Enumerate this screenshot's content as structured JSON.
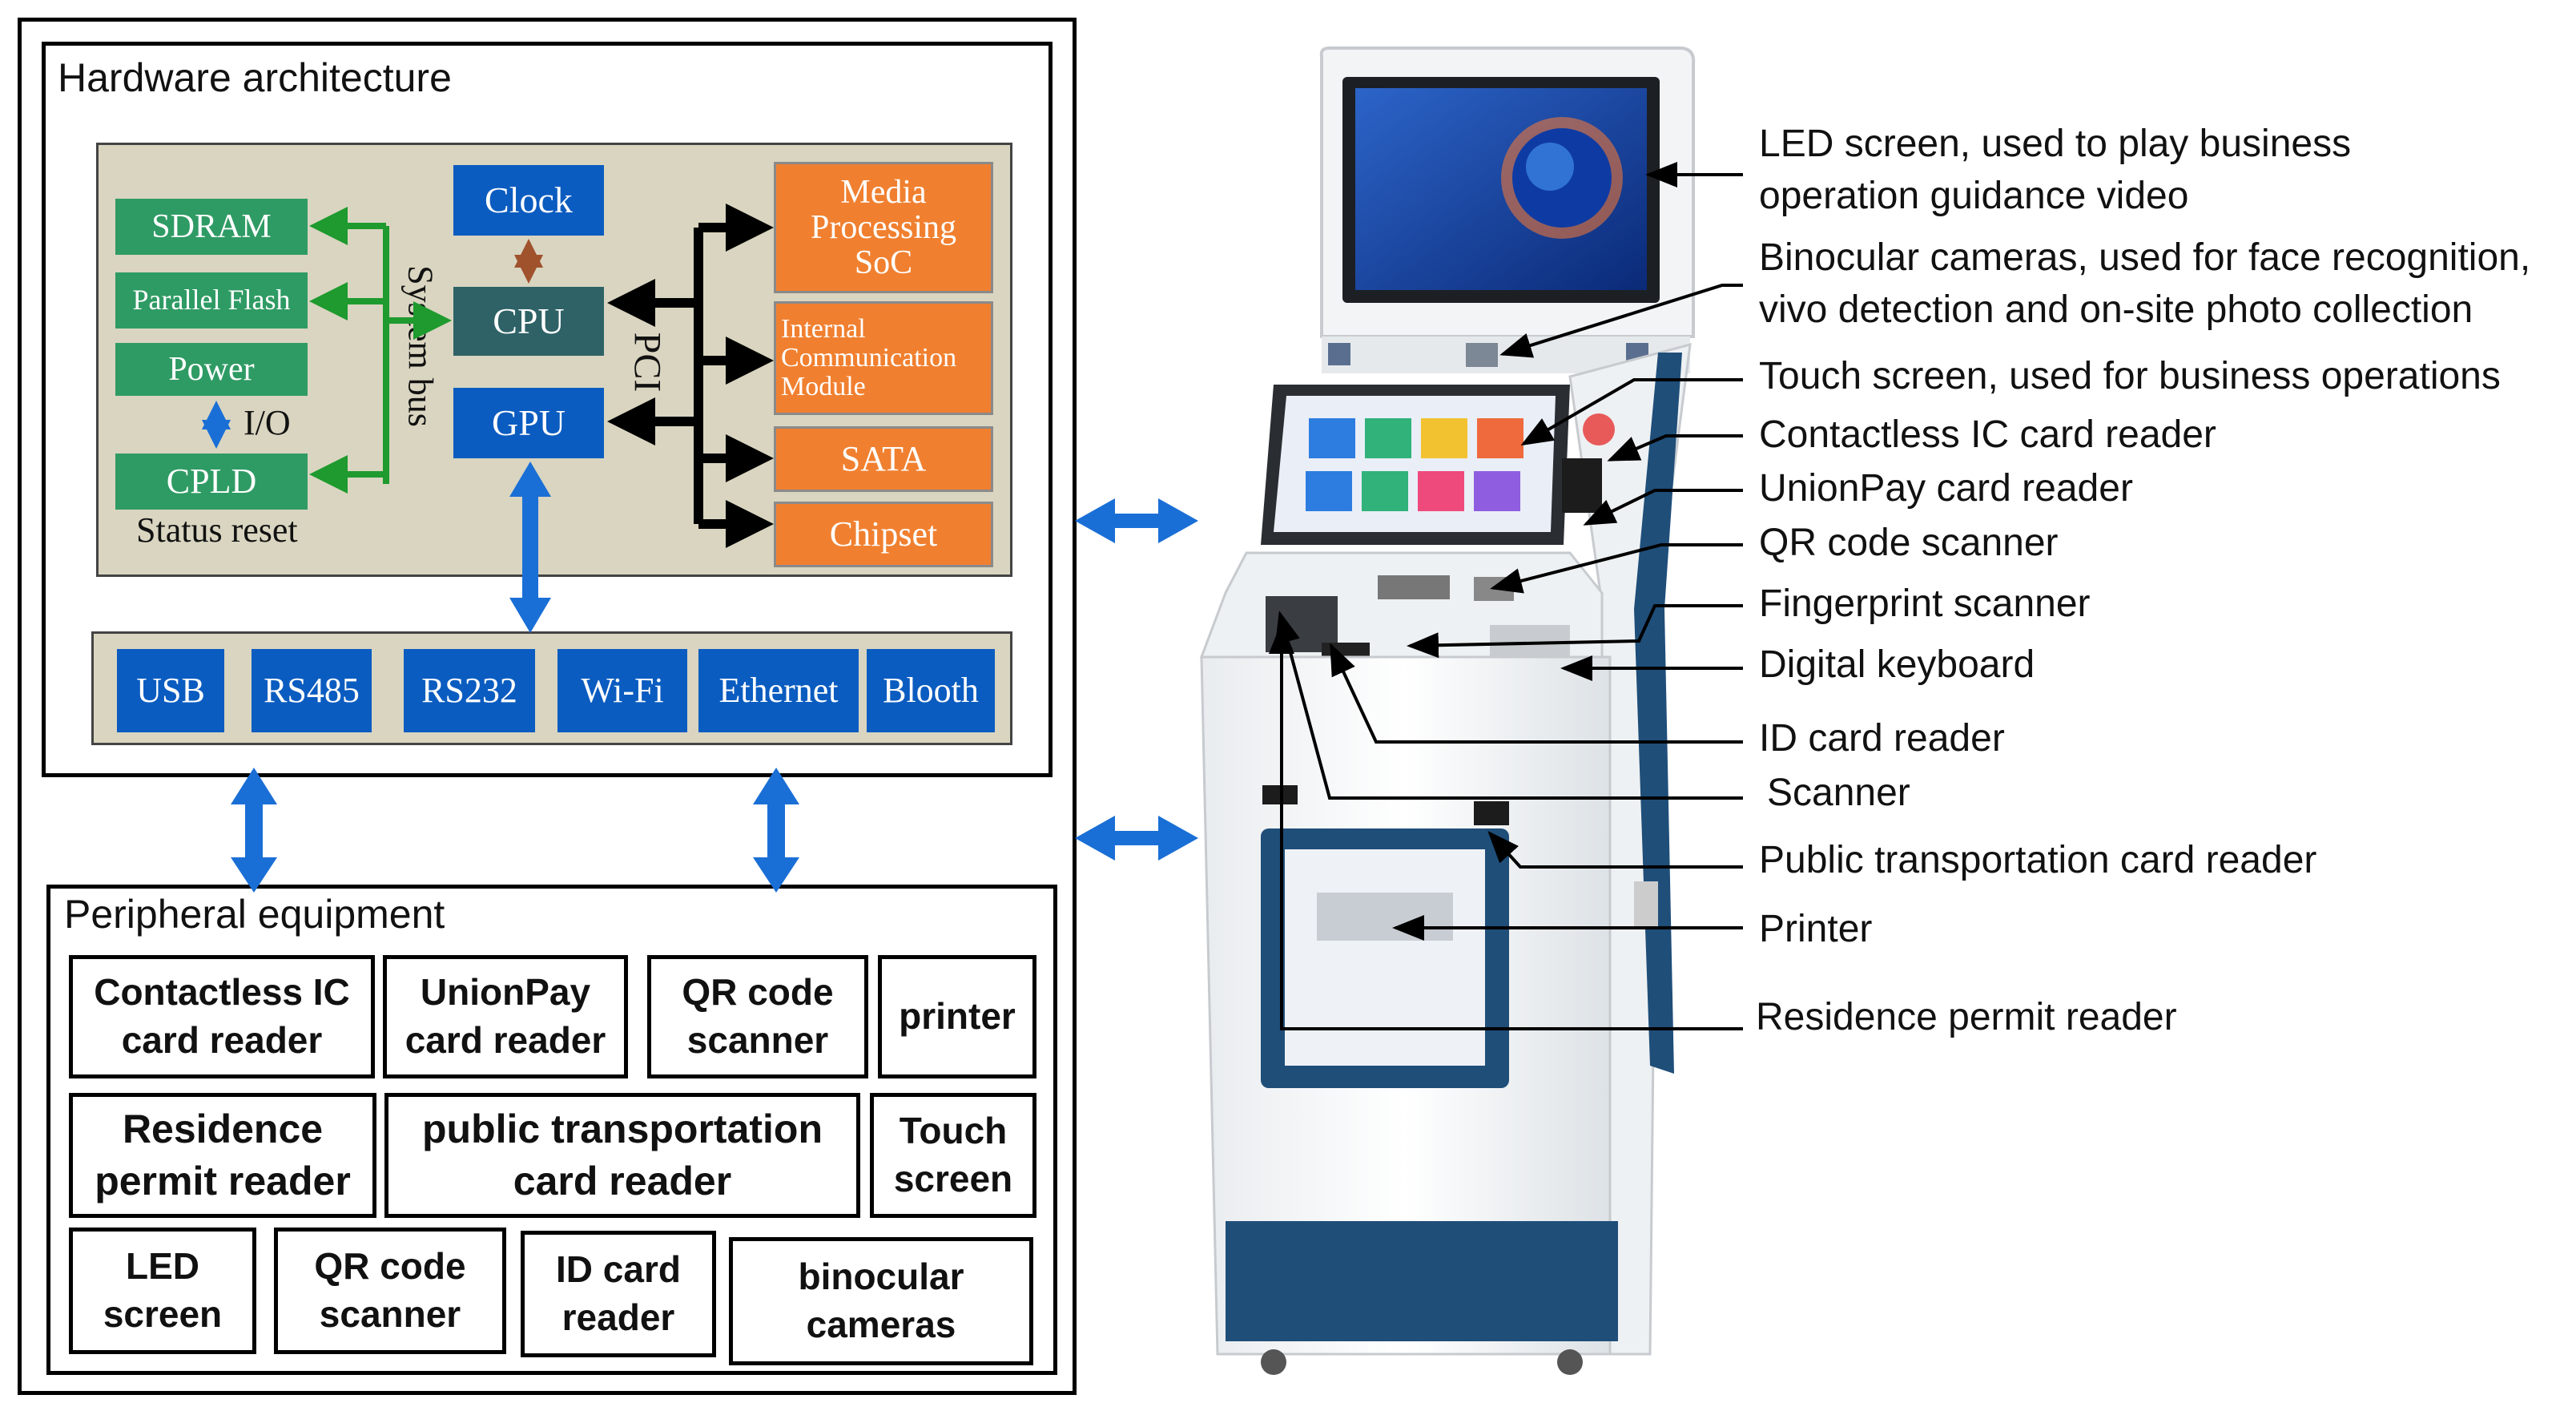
{
  "hardware": {
    "title": "Hardware architecture",
    "memory": {
      "sdram": "SDRAM",
      "flash": "Parallel Flash",
      "power": "Power",
      "cpld": "CPLD",
      "io": "I/O",
      "status_reset": "Status reset"
    },
    "core": {
      "clock": "Clock",
      "cpu": "CPU",
      "gpu": "GPU"
    },
    "system_bus_label": "System bus",
    "pci_label": "PCI",
    "pci_devices": {
      "media": "Media\nProcessing\nSoC",
      "internal": "Internal\nCommunication\nModule",
      "sata": "SATA",
      "chipset": "Chipset"
    },
    "interfaces": [
      "USB",
      "RS485",
      "RS232",
      "Wi-Fi",
      "Ethernet",
      "Blooth"
    ]
  },
  "peripheral": {
    "title": "Peripheral equipment",
    "items": [
      "Contactless IC\ncard reader",
      "UnionPay\ncard reader",
      "QR code\nscanner",
      "printer",
      "Residence\npermit reader",
      "public transportation\ncard reader",
      "Touch\nscreen",
      "LED\nscreen",
      "QR code\nscanner",
      "ID card\nreader",
      "binocular\ncameras"
    ]
  },
  "kiosk_labels": [
    "LED screen, used to play business\noperation guidance video",
    "Binocular cameras, used for face recognition,\nvivo detection and on-site photo collection",
    "Touch screen, used for business operations",
    "Contactless IC card reader",
    "UnionPay card reader",
    "QR code scanner",
    "Fingerprint scanner",
    "Digital keyboard",
    "ID card reader",
    "Scanner",
    "Public transportation card reader",
    "Printer",
    "Residence permit reader"
  ],
  "colors": {
    "green_chip": "#2f9b64",
    "blue_chip": "#0b5cc0",
    "cpu_chip": "#2e6266",
    "orange_chip": "#f08030",
    "panel_bg": "#d9d5c0",
    "connector_blue": "#1a6fd6",
    "kiosk_navy": "#1f4e79"
  }
}
